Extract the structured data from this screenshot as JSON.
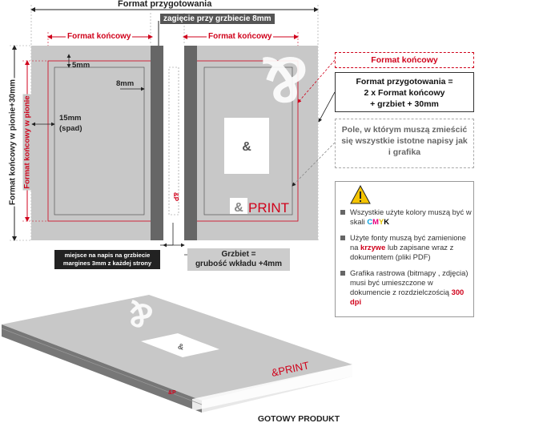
{
  "top": {
    "format_przygotowania": "Format przygotowania",
    "zagiecie": "zagięcie przy grzbiecie 8mm",
    "format_koncowy_left": "Format końcowy",
    "format_koncowy_right": "Format końcowy"
  },
  "left": {
    "vertical_outer": "Format końcowy w pionie+30mm",
    "vertical_inner": "Format końcowy w pionie"
  },
  "measurements": {
    "five_mm": "5mm",
    "eight_mm": "8mm",
    "fifteen_mm": "15mm",
    "spad": "(spad)"
  },
  "spine_label": {
    "line1": "miejsce na napis na grzbiecie",
    "line2": "margines 3mm z każdej strony"
  },
  "grzbiet": {
    "line1": "Grzbiet =",
    "line2": "grubość wkładu +4mm"
  },
  "right": {
    "format_koncowy": "Format końcowy",
    "formula_line1": "Format przygotowania  =",
    "formula_line2": "2 x Format końcowy",
    "formula_line3": "+ grzbiet + 30mm",
    "pole_line1": "Pole, w którym muszą zmieścić",
    "pole_line2": "się wszystkie istotne napisy jak",
    "pole_line3": "i grafika"
  },
  "notes": {
    "item1_text": "Wszystkie użyte kolory muszą być w skali",
    "item1_c": "C",
    "item1_m": "M",
    "item1_y": "Y",
    "item1_k": "K",
    "item2_pre": "Użyte fonty muszą być zamienione na",
    "item2_red": "krzywe",
    "item2_post": "lub zapisane wraz z dokumentem (pliki PDF)",
    "item3_pre": "Grafika rastrowa (bitmapy , zdjęcia) musi być umieszczone w dokumencie z rozdzielczością",
    "item3_red": "300 dpi"
  },
  "logo": {
    "amp": "&",
    "print": "PRINT"
  },
  "product_label": "GOTOWY PRODUKT",
  "colors": {
    "cover": "#c8c8c8",
    "spine_board": "#666666",
    "red": "#d0021b"
  }
}
